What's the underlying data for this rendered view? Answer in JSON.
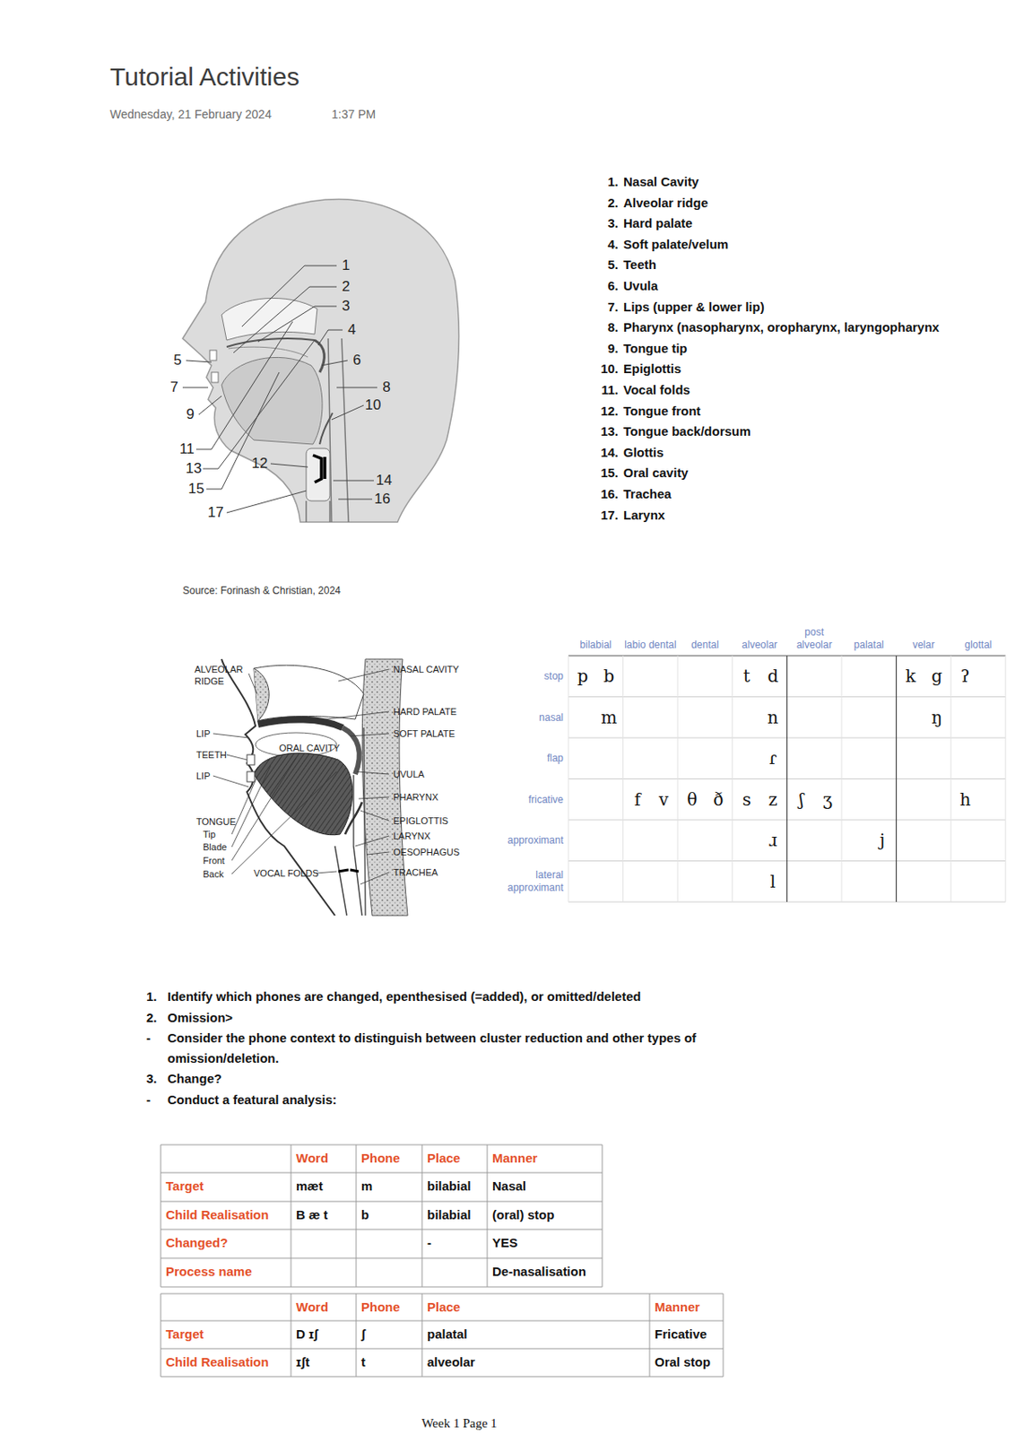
{
  "diagram": {
    "title": "Tutorial Activities",
    "labels": [
      "Wednesday, 21 February 2024",
      "1:37 PM",
      "1",
      "2",
      "3",
      "4",
      "5",
      "6",
      "7",
      "8",
      "9",
      "10",
      "11",
      "12",
      "13",
      "14",
      "15",
      "16",
      "17",
      "1.",
      "Nasal Cavity",
      "2.",
      "Alveolar ridge",
      "3.",
      "Hard palate",
      "4.",
      "Soft palate/velum",
      "5.",
      "Teeth",
      "6.",
      "Uvula",
      "7.",
      "Lips (upper & lower lip)",
      "8.",
      "Pharynx (nasopharynx, oropharynx, laryngopharynx",
      "9.",
      "Tongue tip",
      "10.",
      "Epiglottis",
      "11.",
      "Vocal folds",
      "12.",
      "Tongue front",
      "13.",
      "Tongue back/dorsum",
      "14.",
      "Glottis",
      "15.",
      "Oral cavity",
      "16.",
      "Trachea",
      "17.",
      "Larynx",
      "Source: Forinash & Christian, 2024",
      "ALVEOLAR RIDGE",
      "NASAL CAVITY",
      "HARD PALATE",
      "SOFT PALATE",
      "LIP",
      "ORAL CAVITY",
      "TEETH",
      "LIP",
      "UVULA",
      "PHARYNX",
      "TONGUE",
      "Tip",
      "Blade",
      "Front",
      "Back",
      "EPIGLOTTIS",
      "LARYNX",
      "OESOPHAGUS",
      "VOCAL FOLDS",
      "TRACHEA",
      "bilabial",
      "labio dental",
      "dental",
      "alveolar",
      "post alveolar",
      "palatal",
      "velar",
      "glottal",
      "stop",
      "nasal",
      "flap",
      "fricative",
      "approximant",
      "lateral approximant",
      "p",
      "b",
      "t",
      "d",
      "k",
      "g",
      "ʔ",
      "m",
      "n",
      "ŋ",
      "ɾ",
      "f",
      "v",
      "θ",
      "ð",
      "s",
      "z",
      "ʃ",
      "ʒ",
      "h",
      "ɹ",
      "j",
      "l",
      "1.",
      "Identify which phones are changed, epenthesised (=added), or omitted/deleted",
      "2.",
      "Omission>",
      "-",
      "Consider the phone context to distinguish between cluster reduction and other types of omission/deletion.",
      "3.",
      "Change?",
      "-",
      "Conduct a featural analysis:",
      "Word",
      "Phone",
      "Place",
      "Manner",
      "Target",
      "mæt",
      "m",
      "bilabial",
      "Nasal",
      "Child Realisation",
      "B æ t",
      "b",
      "bilabial",
      "(oral) stop",
      "Changed?",
      "-",
      "YES",
      "Process name",
      "De-nasalisation",
      "Word",
      "Phone",
      "Place",
      "Manner",
      "Target",
      "D ɪʃ",
      "ʃ",
      "palatal",
      "Fricative",
      "Child Realisation",
      "ɪʃt",
      "t",
      "alveolar",
      "Oral stop",
      "Week 1 Page 1"
    ]
  }
}
